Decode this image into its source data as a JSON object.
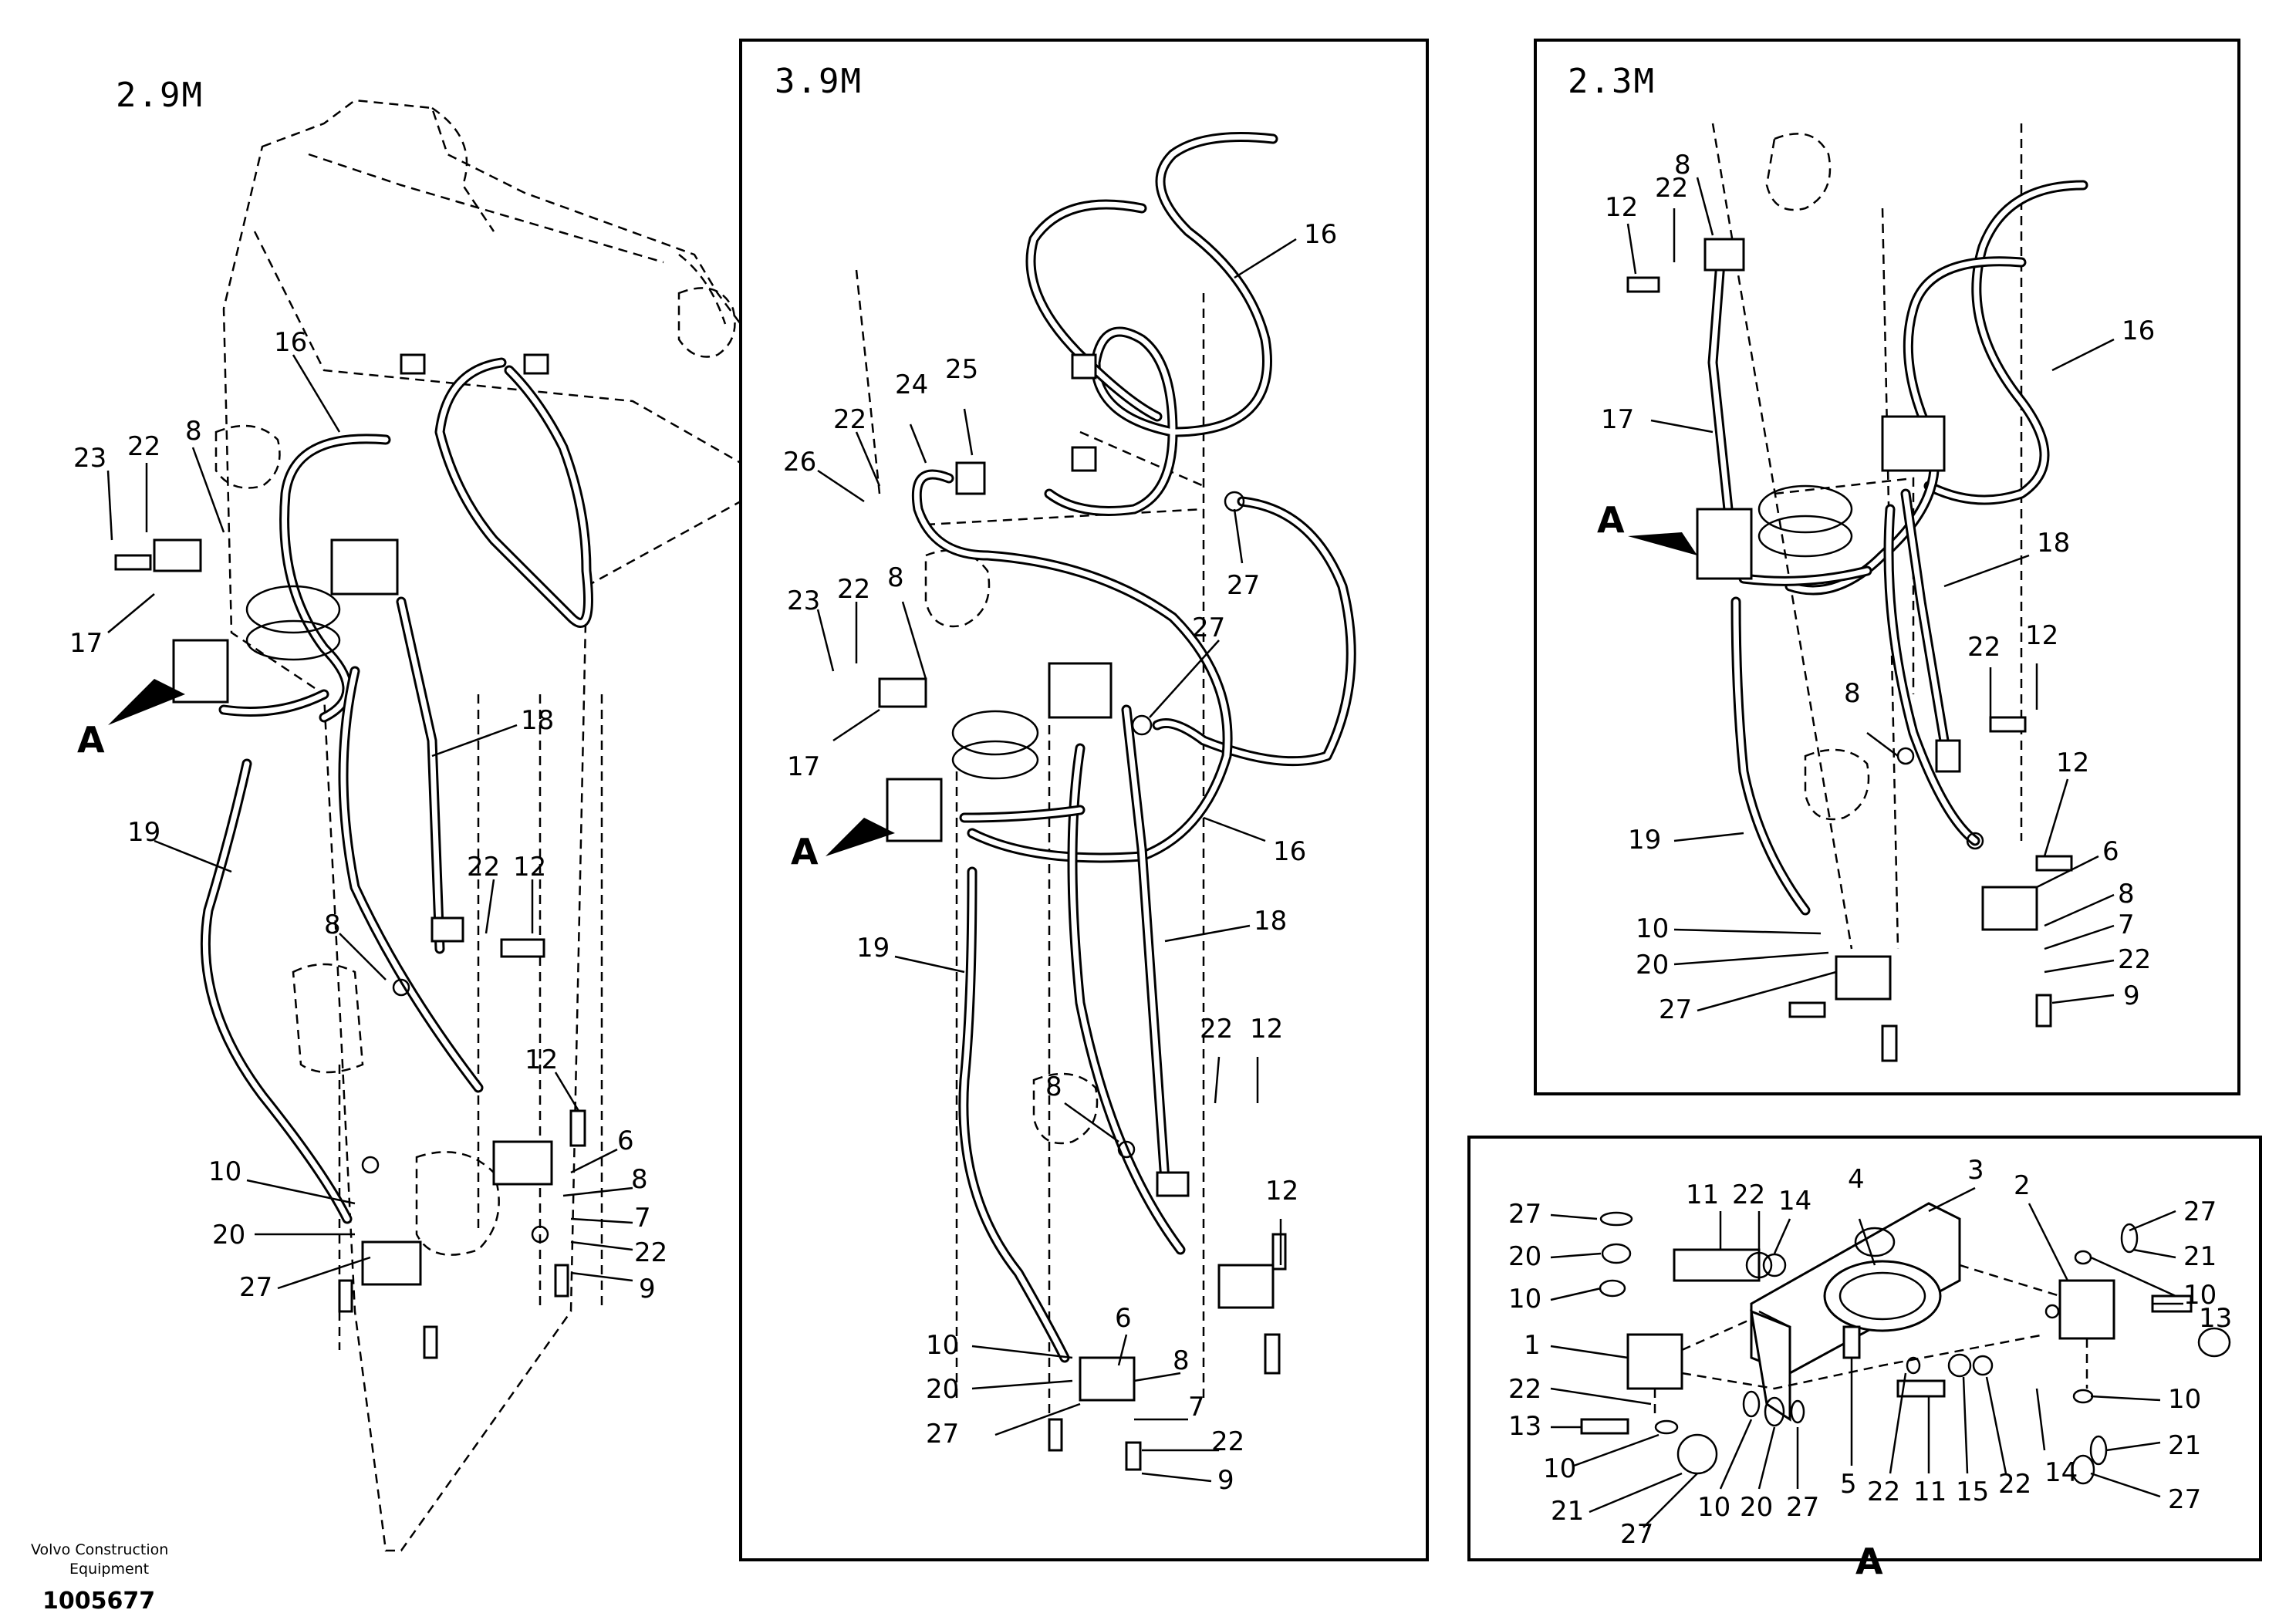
{
  "panels": {
    "left": {
      "title": "2.9M"
    },
    "middle": {
      "title": "3.9M"
    },
    "right": {
      "title": "2.3M"
    },
    "detail": {
      "title": "A"
    }
  },
  "labels": {
    "left": [
      "23",
      "22",
      "8",
      "16",
      "17",
      "A",
      "18",
      "19",
      "22",
      "12",
      "8",
      "12",
      "6",
      "8",
      "7",
      "22",
      "9",
      "10",
      "20",
      "27"
    ],
    "middle": [
      "16",
      "24",
      "25",
      "22",
      "26",
      "27",
      "23",
      "22",
      "8",
      "27",
      "17",
      "A",
      "16",
      "18",
      "19",
      "22",
      "12",
      "8",
      "12",
      "6",
      "8",
      "7",
      "22",
      "9",
      "10",
      "20",
      "27"
    ],
    "right": [
      "12",
      "22",
      "8",
      "16",
      "17",
      "A",
      "18",
      "22",
      "12",
      "8",
      "19",
      "12",
      "6",
      "8",
      "7",
      "22",
      "9",
      "10",
      "20",
      "27"
    ],
    "detail": [
      "27",
      "11",
      "22",
      "14",
      "4",
      "3",
      "2",
      "27",
      "21",
      "10",
      "20",
      "13",
      "10",
      "1",
      "22",
      "13",
      "10",
      "10",
      "21",
      "27",
      "10",
      "20",
      "27",
      "5",
      "22",
      "11",
      "15",
      "22",
      "14",
      "21",
      "27"
    ]
  },
  "footer": {
    "company_line1": "Volvo Construction",
    "company_line2": "Equipment",
    "drawing_number": "1005677"
  }
}
